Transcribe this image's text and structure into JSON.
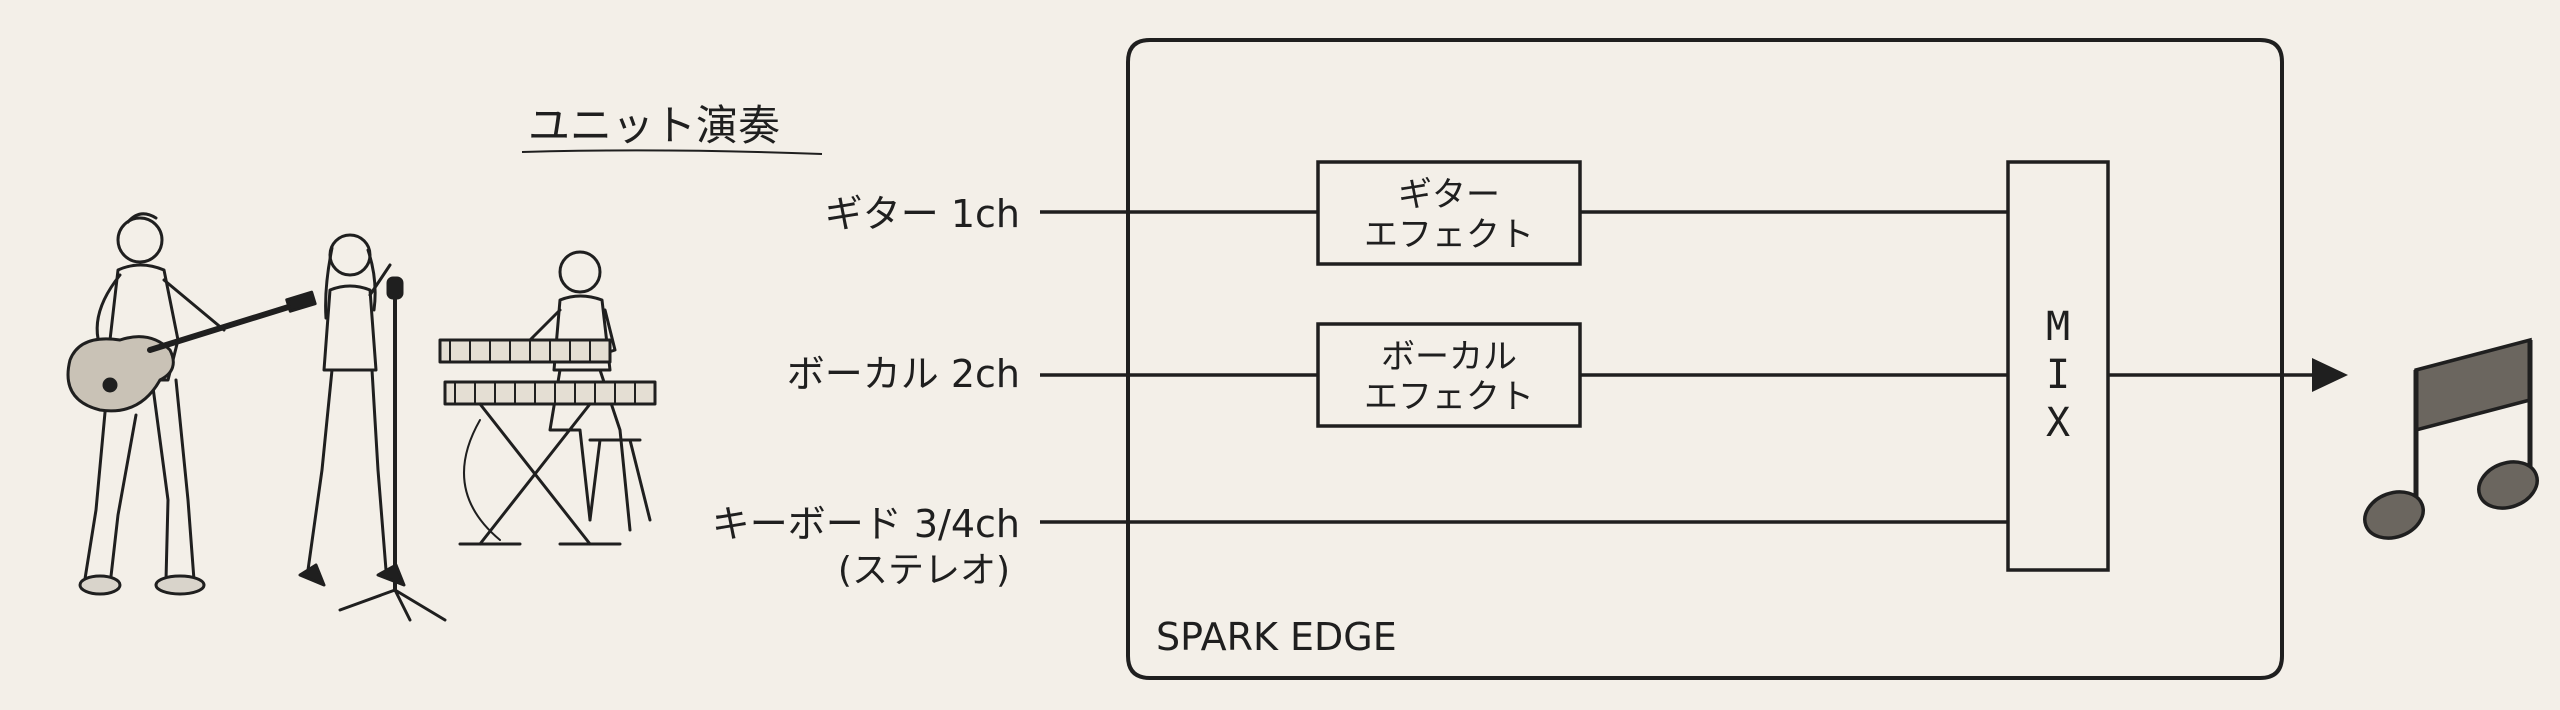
{
  "diagram": {
    "title": "ユニット演奏",
    "device_label": "SPARK EDGE",
    "inputs": [
      {
        "label": "ギター 1ch",
        "sub": ""
      },
      {
        "label": "ボーカル 2ch",
        "sub": ""
      },
      {
        "label": "キーボード 3/4ch",
        "sub": "(ステレオ)"
      }
    ],
    "effects": [
      {
        "line1": "ギター",
        "line2": "エフェクト"
      },
      {
        "line1": "ボーカル",
        "line2": "エフェクト"
      }
    ],
    "mixer": {
      "chars": [
        "M",
        "I",
        "X"
      ]
    },
    "output_icon": "music-note-icon",
    "band_illustration": [
      "guitarist-figure",
      "vocalist-figure",
      "keyboardist-figure"
    ],
    "colors": {
      "background": "#f3efe8",
      "ink": "#1f1f1f"
    }
  }
}
